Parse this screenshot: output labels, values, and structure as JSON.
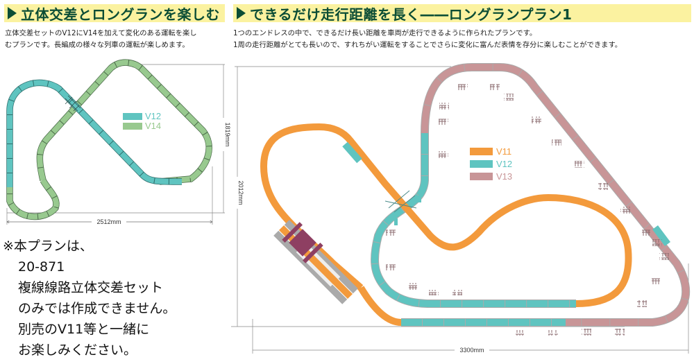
{
  "left_panel": {
    "title": "立体交差とロングランを楽しむ",
    "description": [
      "立体交差セットのV12にV14を加えて変化のある運転を楽し",
      "むプランです。長編成の様々な列車の運転が楽しめます。"
    ],
    "legend": [
      {
        "label": "V12",
        "color": "#5fc4c0"
      },
      {
        "label": "V14",
        "color": "#98c98f"
      }
    ],
    "dimensions": {
      "width": "2512mm",
      "height": "1819mm"
    }
  },
  "note": {
    "lines": [
      "※本プランは、",
      "20-871",
      "複線線路立体交差セット",
      "のみでは作成できません。",
      "別売のV11等と一緒に",
      "お楽しみください。"
    ]
  },
  "right_panel": {
    "title": "できるだけ走行距離を長く――ロングランプラン1",
    "description": [
      "1つのエンドレスの中で、できるだけ長い距離を車両が走行できるように作られたプランです。",
      "1周の走行距離がとても長いので、すれちがい運転をすることでさらに変化に富んだ表情を存分に楽しむことができます。"
    ],
    "legend": [
      {
        "label": "V11",
        "color": "#f39a3c"
      },
      {
        "label": "V12",
        "color": "#5fc4c0"
      },
      {
        "label": "V13",
        "color": "#c89597"
      }
    ],
    "dimensions": {
      "width": "3300mm",
      "height": "2012mm"
    }
  },
  "colors": {
    "title_bg": "#fbf2a0",
    "title_text": "#0b4d35",
    "v11": "#f39a3c",
    "v12": "#5fc4c0",
    "v13": "#c89597",
    "v14": "#98c98f",
    "pier": "#8a6a6e",
    "station": "#8e3f62"
  }
}
